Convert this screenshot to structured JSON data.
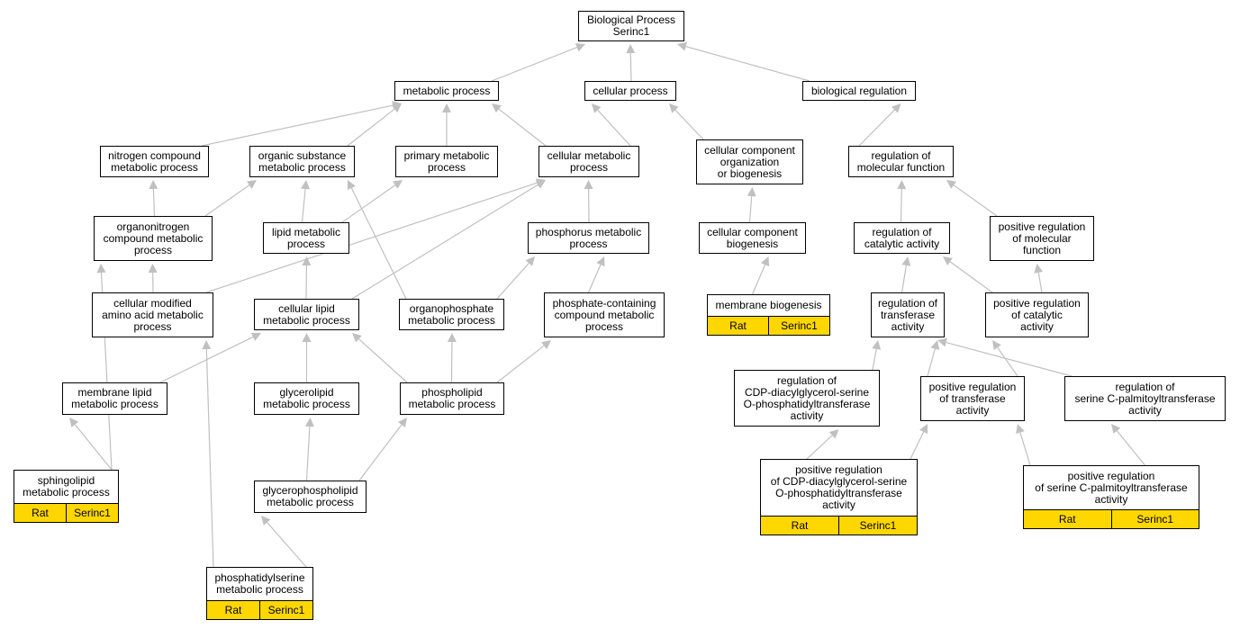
{
  "nodes": {
    "bp": "Biological Process\nSerinc1",
    "metabolic": "metabolic process",
    "cellular": "cellular process",
    "bioreg": "biological regulation",
    "nitrogen": "nitrogen compound\nmetabolic process",
    "organic": "organic substance\nmetabolic process",
    "primary": "primary metabolic\nprocess",
    "cellmet": "cellular metabolic\nprocess",
    "ccorg": "cellular component\norganization\nor biogenesis",
    "regmol": "regulation of\nmolecular function",
    "organonitrogen": "organonitrogen\ncompound metabolic\nprocess",
    "lipid": "lipid metabolic\nprocess",
    "phosphorus": "phosphorus metabolic\nprocess",
    "ccbio": "cellular component\nbiogenesis",
    "regcat": "regulation of\ncatalytic activity",
    "posregmol": "positive regulation\nof molecular\nfunction",
    "cellmod": "cellular modified\namino acid metabolic\nprocess",
    "celllipid": "cellular lipid\nmetabolic process",
    "organophos": "organophosphate\nmetabolic process",
    "phoscont": "phosphate-containing\ncompound metabolic\nprocess",
    "membio": "membrane biogenesis",
    "regtrans": "regulation of\ntransferase\nactivity",
    "posregcat": "positive regulation\nof catalytic\nactivity",
    "memlipid": "membrane lipid\nmetabolic process",
    "glycerolipid": "glycerolipid\nmetabolic process",
    "phospholipid": "phospholipid\nmetabolic process",
    "regcdp": "regulation of\nCDP-diacylglycerol-serine\nO-phosphatidyltransferase\nactivity",
    "posregtrans": "positive regulation\nof transferase\nactivity",
    "regserine": "regulation of\nserine C-palmitoyltransferase\nactivity",
    "sphingo": "sphingolipid\nmetabolic process",
    "glycerophos": "glycerophospholipid\nmetabolic process",
    "posregcdp": "positive regulation\nof CDP-diacylglycerol-serine\nO-phosphatidyltransferase\nactivity",
    "posregserine": "positive regulation\nof serine C-palmitoyltransferase\nactivity",
    "phosser": "phosphatidylserine\nmetabolic process"
  },
  "annotation": {
    "species": "Rat",
    "gene": "Serinc1"
  },
  "colors": {
    "edge": "#c0c0c0",
    "annotated_fill": "#ffd700",
    "border": "#000000"
  },
  "edges": [
    [
      "metabolic",
      "bp"
    ],
    [
      "cellular",
      "bp"
    ],
    [
      "bioreg",
      "bp"
    ],
    [
      "nitrogen",
      "metabolic"
    ],
    [
      "organic",
      "metabolic"
    ],
    [
      "primary",
      "metabolic"
    ],
    [
      "cellmet",
      "metabolic"
    ],
    [
      "cellmet",
      "cellular"
    ],
    [
      "ccorg",
      "cellular"
    ],
    [
      "regmol",
      "bioreg"
    ],
    [
      "organonitrogen",
      "nitrogen"
    ],
    [
      "organonitrogen",
      "organic"
    ],
    [
      "lipid",
      "organic"
    ],
    [
      "lipid",
      "primary"
    ],
    [
      "phosphorus",
      "cellmet"
    ],
    [
      "ccbio",
      "ccorg"
    ],
    [
      "regcat",
      "regmol"
    ],
    [
      "posregmol",
      "regmol"
    ],
    [
      "cellmod",
      "organonitrogen"
    ],
    [
      "cellmod",
      "cellmet"
    ],
    [
      "celllipid",
      "lipid"
    ],
    [
      "celllipid",
      "cellmet"
    ],
    [
      "organophos",
      "organic"
    ],
    [
      "organophos",
      "phosphorus"
    ],
    [
      "phoscont",
      "phosphorus"
    ],
    [
      "membio",
      "ccbio"
    ],
    [
      "regtrans",
      "regcat"
    ],
    [
      "posregcat",
      "regcat"
    ],
    [
      "posregcat",
      "posregmol"
    ],
    [
      "memlipid",
      "celllipid"
    ],
    [
      "glycerolipid",
      "celllipid"
    ],
    [
      "phospholipid",
      "celllipid"
    ],
    [
      "phospholipid",
      "organophos"
    ],
    [
      "phospholipid",
      "phoscont"
    ],
    [
      "regcdp",
      "regtrans"
    ],
    [
      "posregtrans",
      "regtrans"
    ],
    [
      "posregtrans",
      "posregcat"
    ],
    [
      "regserine",
      "regtrans"
    ],
    [
      "sphingo",
      "memlipid"
    ],
    [
      "sphingo",
      "organonitrogen"
    ],
    [
      "glycerophos",
      "glycerolipid"
    ],
    [
      "glycerophos",
      "phospholipid"
    ],
    [
      "posregcdp",
      "regcdp"
    ],
    [
      "posregcdp",
      "posregtrans"
    ],
    [
      "posregserine",
      "regserine"
    ],
    [
      "posregserine",
      "posregtrans"
    ],
    [
      "phosser",
      "glycerophos"
    ],
    [
      "phosser",
      "cellmod"
    ]
  ]
}
